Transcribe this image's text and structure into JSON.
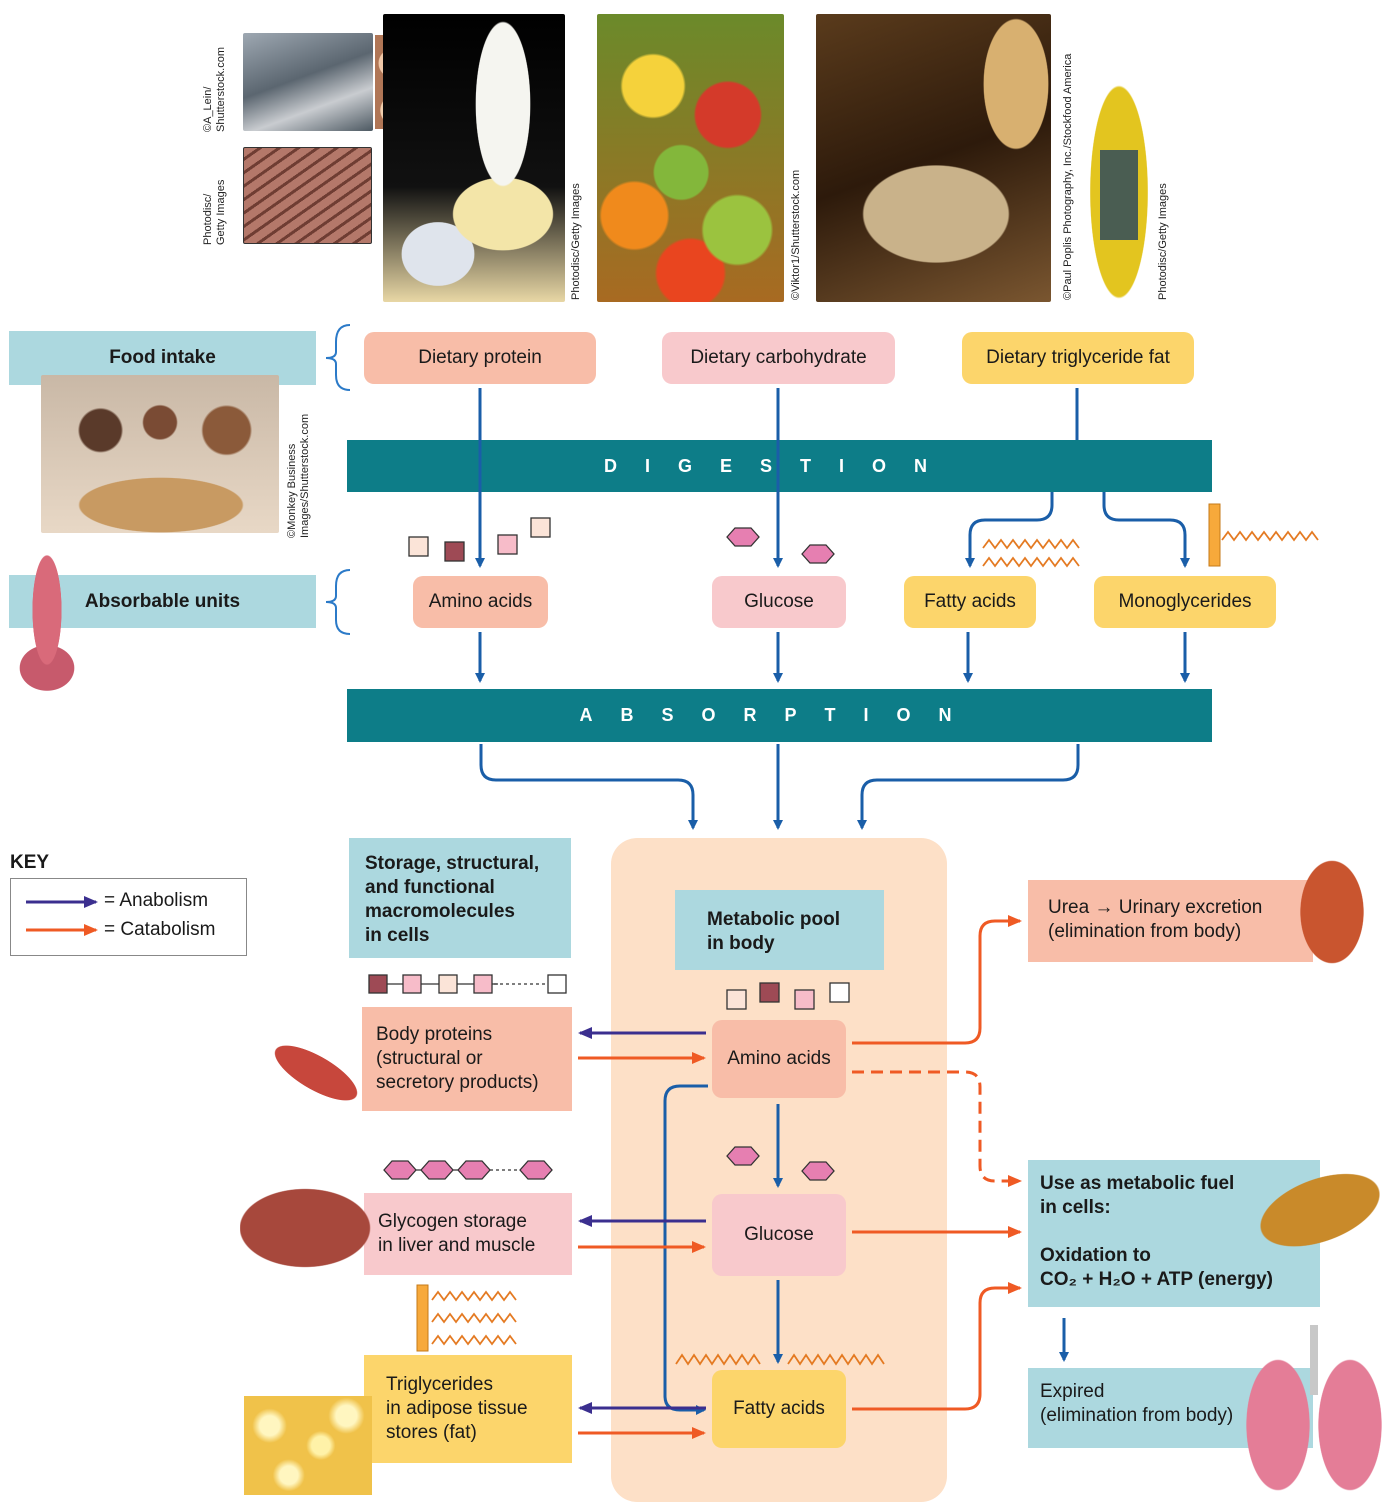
{
  "credits": {
    "fish_eggs": "©A_Lein/\nShutterstock.com",
    "steak": "Photodisc/\nGetty Images",
    "dairy": "Photodisc/Getty Images",
    "fruit": "©Viktor1/Shutterstock.com",
    "grain": "©Paul Poplis Photography, Inc./Stockfood America",
    "oil": "Photodisc/Getty Images",
    "kids": "©Monkey Business\nImages/Shutterstock.com"
  },
  "labels": {
    "food_intake": "Food intake",
    "absorbable_units": "Absorbable units",
    "digestion": "DIGESTION",
    "absorption": "ABSORPTION",
    "storage": "Storage, structural,\nand functional\nmacromolecules\nin cells",
    "metabolic_pool": "Metabolic pool\nin body"
  },
  "dietary": {
    "protein": "Dietary protein",
    "carbohydrate": "Dietary carbohydrate",
    "fat": "Dietary triglyceride fat"
  },
  "units": {
    "amino": "Amino acids",
    "glucose": "Glucose",
    "fatty": "Fatty acids",
    "mono": "Monoglycerides"
  },
  "pool": {
    "amino": "Amino acids",
    "glucose": "Glucose",
    "fatty": "Fatty acids"
  },
  "stores": {
    "proteins": "Body proteins\n(structural or\nsecretory products)",
    "glycogen": "Glycogen storage\nin liver and muscle",
    "triglycerides": "Triglycerides\nin adipose tissue\nstores (fat)"
  },
  "outputs": {
    "urea_line1": "Urea → Urinary excretion",
    "urea_line2": "(elimination from body)",
    "fuel_title": "Use as metabolic fuel\nin cells:",
    "oxidation": "Oxidation to",
    "formula": "CO₂ + H₂O + ATP (energy)",
    "expired_line1": "Expired",
    "expired_line2": "(elimination from body)"
  },
  "key": {
    "title": "KEY",
    "anabolism": "= Anabolism",
    "catabolism": "= Catabolism"
  },
  "colors": {
    "anabolism": "#3b2f8f",
    "catabolism": "#ef5a24",
    "flow": "#1a5ea8",
    "band": "#0d7d88"
  }
}
